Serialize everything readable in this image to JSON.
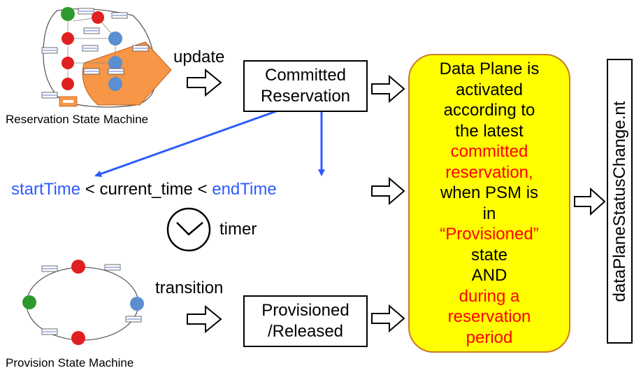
{
  "rsm": {
    "caption": "Reservation State Machine"
  },
  "psm": {
    "caption": "Provision State Machine"
  },
  "labels": {
    "update": "update",
    "transition": "transition",
    "timer": "timer"
  },
  "committed_box": {
    "line1": "Committed",
    "line2": "Reservation"
  },
  "provisioned_box": {
    "line1": "Provisioned",
    "line2": "/Released"
  },
  "time_expr": {
    "start": "startTime",
    "middle": " < current_time < ",
    "end": "endTime"
  },
  "yellow_box": {
    "line1": "Data Plane is",
    "line2": "activated",
    "line3": "according to",
    "line4": "the latest",
    "line5": "committed",
    "line6": "reservation,",
    "line7": "when PSM is",
    "line8": "in",
    "line9": "“Provisioned”",
    "line10": "state",
    "line11": "AND",
    "line12": "during a",
    "line13": "reservation",
    "line14": "period"
  },
  "vertical_box": {
    "text": "dataPlaneStatusChange.nt"
  },
  "colors": {
    "highlight_fill": "#ffff00",
    "highlight_border": "#c87b2c",
    "emphasis_text": "#ff0000",
    "time_var_text": "#2e5bff",
    "connector_arrow": "#2e5bff"
  }
}
